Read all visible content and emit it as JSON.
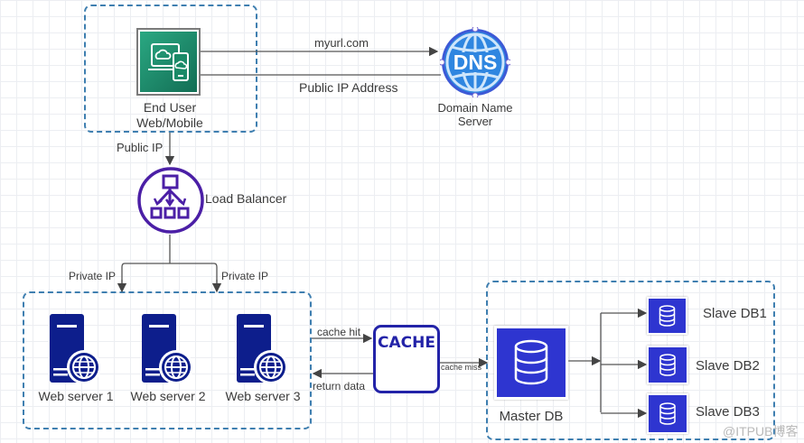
{
  "diagram": {
    "title": "Web Application Architecture",
    "nodes": {
      "end_user": {
        "label_line1": "End User",
        "label_line2": "Web/Mobile",
        "icon": "devices-icon",
        "color": "#1e8a6a"
      },
      "dns": {
        "label_line1": "Domain Name",
        "label_line2": "Server",
        "badge": "DNS",
        "icon": "globe-icon",
        "color": "#1f7ed6"
      },
      "load_balancer": {
        "label": "Load Balancer",
        "icon": "load-balancer-icon",
        "color": "#4b1fa6"
      },
      "web_servers": [
        {
          "label": "Web server 1",
          "icon": "web-server-icon"
        },
        {
          "label": "Web server 2",
          "icon": "web-server-icon"
        },
        {
          "label": "Web server 3",
          "icon": "web-server-icon"
        }
      ],
      "cache": {
        "label": "CACHE",
        "color": "#2323a8"
      },
      "master_db": {
        "label": "Master DB",
        "icon": "database-icon",
        "color": "#2e35d0"
      },
      "slave_dbs": [
        {
          "label": "Slave DB1",
          "icon": "database-icon"
        },
        {
          "label": "Slave DB2",
          "icon": "database-icon"
        },
        {
          "label": "Slave DB3",
          "icon": "database-icon"
        }
      ]
    },
    "edges": {
      "request_domain": "myurl.com",
      "response_ip": "Public IP Address",
      "public_ip": "Public IP",
      "private_ip_left": "Private IP",
      "private_ip_right": "Private IP",
      "cache_hit": "cache hit",
      "return_data": "return data",
      "cache_miss": "cache miss"
    },
    "colors": {
      "group_border": "#3f7fb0",
      "server": "#0d1e8c",
      "arrow": "#444444"
    }
  },
  "watermark": "@ITPUB博客"
}
